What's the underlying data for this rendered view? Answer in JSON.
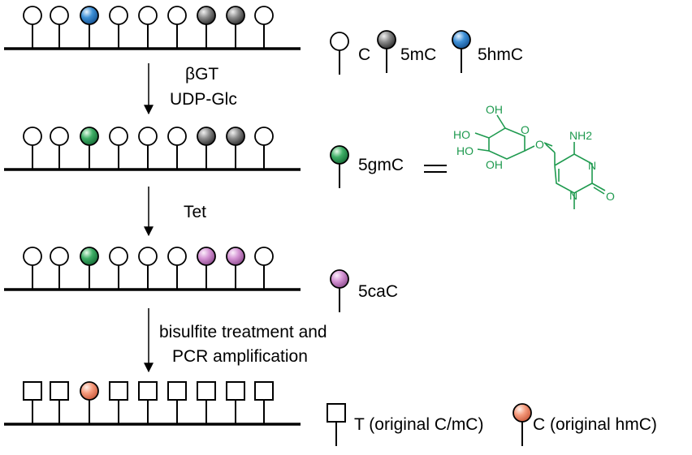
{
  "colors": {
    "C": "#ffffff",
    "5mC": "#4a4a4a",
    "5hmC": "#2a7fc9",
    "5gmC": "#2e9a55",
    "5caC": "#c77fc6",
    "hmC_C": "#f3876a",
    "chem_green": "#1f9a4f"
  },
  "rows": [
    {
      "marks": [
        "C",
        "C",
        "5hmC",
        "C",
        "C",
        "C",
        "5mC",
        "5mC",
        "C"
      ]
    },
    {
      "marks": [
        "C",
        "C",
        "5gmC",
        "C",
        "C",
        "C",
        "5mC",
        "5mC",
        "C"
      ]
    },
    {
      "marks": [
        "C",
        "C",
        "5gmC",
        "C",
        "C",
        "C",
        "5caC",
        "5caC",
        "C"
      ]
    },
    {
      "marks": [
        "T",
        "T",
        "hmC_C",
        "T",
        "T",
        "T",
        "T",
        "T",
        "T"
      ]
    }
  ],
  "steps": [
    {
      "lines": [
        "βGT",
        "UDP-Glc"
      ]
    },
    {
      "lines": [
        "Tet"
      ]
    },
    {
      "lines": [
        "bisulfite treatment and",
        "PCR amplification"
      ]
    }
  ],
  "legends": {
    "row1": [
      {
        "mark": "C",
        "label": "C"
      },
      {
        "mark": "5mC",
        "label": "5mC"
      },
      {
        "mark": "5hmC",
        "label": "5hmC"
      }
    ],
    "row2": {
      "mark": "5gmC",
      "label": "5gmC"
    },
    "row3": {
      "mark": "5caC",
      "label": "5caC"
    },
    "row4": [
      {
        "mark": "T",
        "label": "T (original C/mC)"
      },
      {
        "mark": "hmC_C",
        "label": "C (original hmC)"
      }
    ]
  },
  "structure": {
    "atoms": [
      "OH",
      "HO",
      "HO",
      "OH",
      "O",
      "O",
      "NH2",
      "N",
      "N",
      "O"
    ]
  }
}
